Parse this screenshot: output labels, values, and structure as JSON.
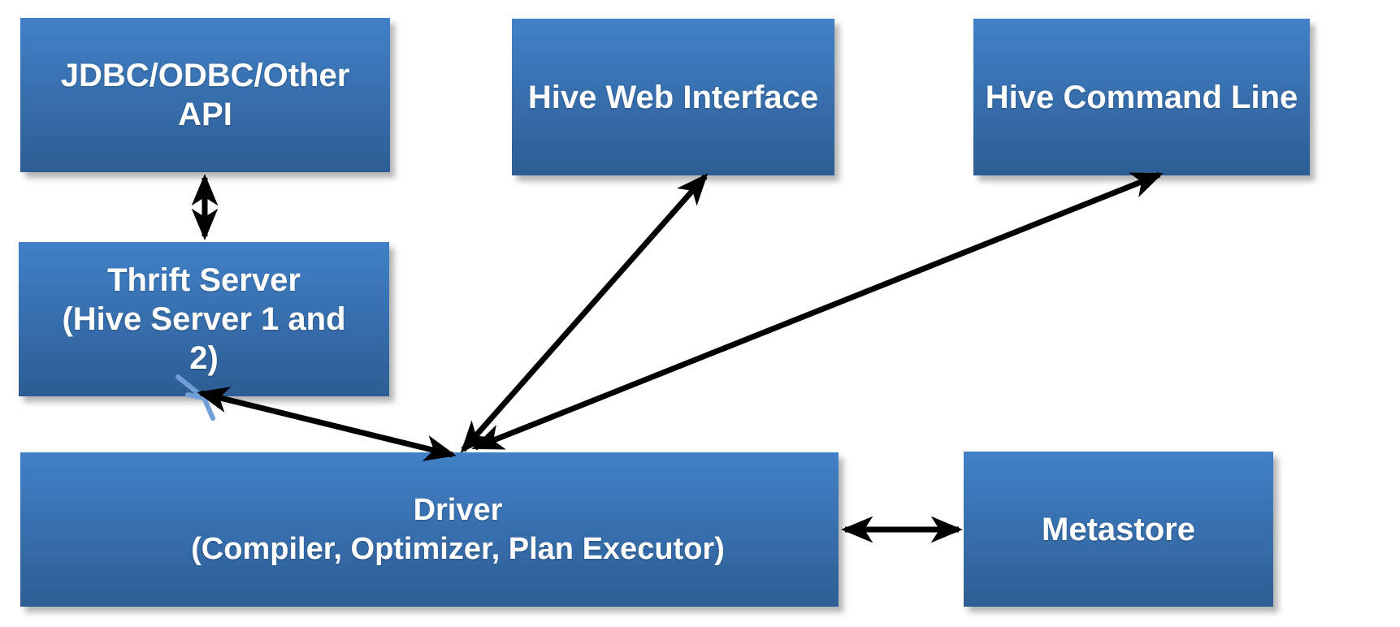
{
  "colors": {
    "background": "#ffffff",
    "box_gradient_top": "#4181c7",
    "box_gradient_bottom": "#2d5d94",
    "box_text": "#ffffff",
    "arrow": "#000000",
    "ghost_arrow": "#6f9fd8"
  },
  "boxes": {
    "jdbc_api": {
      "lines": [
        "JDBC/ODBC/Other",
        "API"
      ]
    },
    "hive_web_interface": {
      "lines": [
        "Hive Web Interface"
      ]
    },
    "hive_command_line": {
      "lines": [
        "Hive Command Line"
      ]
    },
    "thrift_server": {
      "lines": [
        "Thrift Server",
        "(Hive Server 1 and",
        "2)"
      ]
    },
    "driver": {
      "lines": [
        "Driver",
        "(Compiler, Optimizer, Plan Executor)"
      ]
    },
    "metastore": {
      "lines": [
        "Metastore"
      ]
    }
  },
  "connections": [
    {
      "from": "JDBC/ODBC/Other API",
      "to": "Thrift Server (Hive Server 1 and 2)",
      "style": "bidirectional-arrow"
    },
    {
      "from": "Thrift Server (Hive Server 1 and 2)",
      "to": "Driver (Compiler, Optimizer, Plan Executor)",
      "style": "bidirectional-arrow"
    },
    {
      "from": "Hive Web Interface",
      "to": "Driver (Compiler, Optimizer, Plan Executor)",
      "style": "bidirectional-arrow"
    },
    {
      "from": "Hive Command Line",
      "to": "Driver (Compiler, Optimizer, Plan Executor)",
      "style": "bidirectional-arrow"
    },
    {
      "from": "Driver (Compiler, Optimizer, Plan Executor)",
      "to": "Metastore",
      "style": "bidirectional-arrow"
    }
  ]
}
